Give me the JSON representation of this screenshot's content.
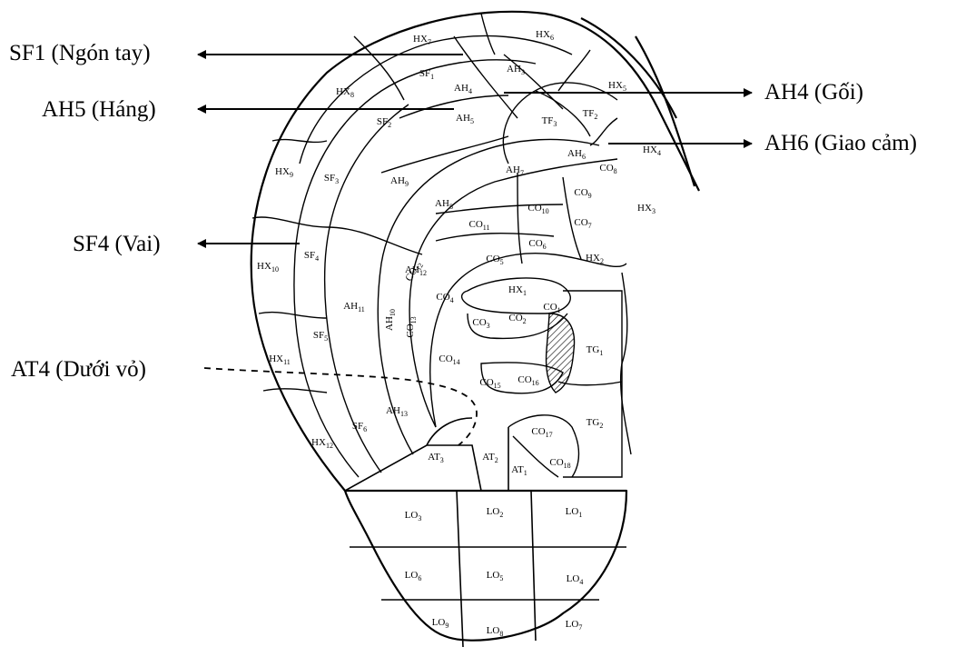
{
  "callouts": {
    "sf1": "SF1 (Ngón tay)",
    "ah5": "AH5 (Háng)",
    "sf4": "SF4 (Vai)",
    "at4": "AT4 (Dưới vỏ)",
    "ah4": "AH4 (Gối)",
    "ah6": "AH6 (Giao cảm)"
  },
  "zones": {
    "hx": [
      "HX",
      "1",
      "2",
      "3",
      "4",
      "5",
      "6",
      "7",
      "8",
      "9",
      "10",
      "11",
      "12"
    ],
    "sf": [
      "SF",
      "1",
      "2",
      "3",
      "4",
      "5",
      "6"
    ],
    "ah": [
      "AH",
      "3",
      "4",
      "5",
      "6",
      "7",
      "8",
      "9",
      "10",
      "11",
      "12",
      "13"
    ],
    "tf": [
      "TF",
      "2",
      "3"
    ],
    "co": [
      "CO",
      "1",
      "2",
      "3",
      "4",
      "5",
      "6",
      "7",
      "8",
      "9",
      "10",
      "11",
      "12",
      "13",
      "14",
      "15",
      "16",
      "17",
      "18"
    ],
    "tg": [
      "TG",
      "1",
      "2"
    ],
    "at": [
      "AT",
      "1",
      "2",
      "3"
    ],
    "lo": [
      "LO",
      "1",
      "2",
      "3",
      "4",
      "5",
      "6",
      "7",
      "8",
      "9"
    ]
  },
  "colors": {
    "ink": "#000000",
    "hatch": "#000000",
    "background": "#ffffff"
  }
}
